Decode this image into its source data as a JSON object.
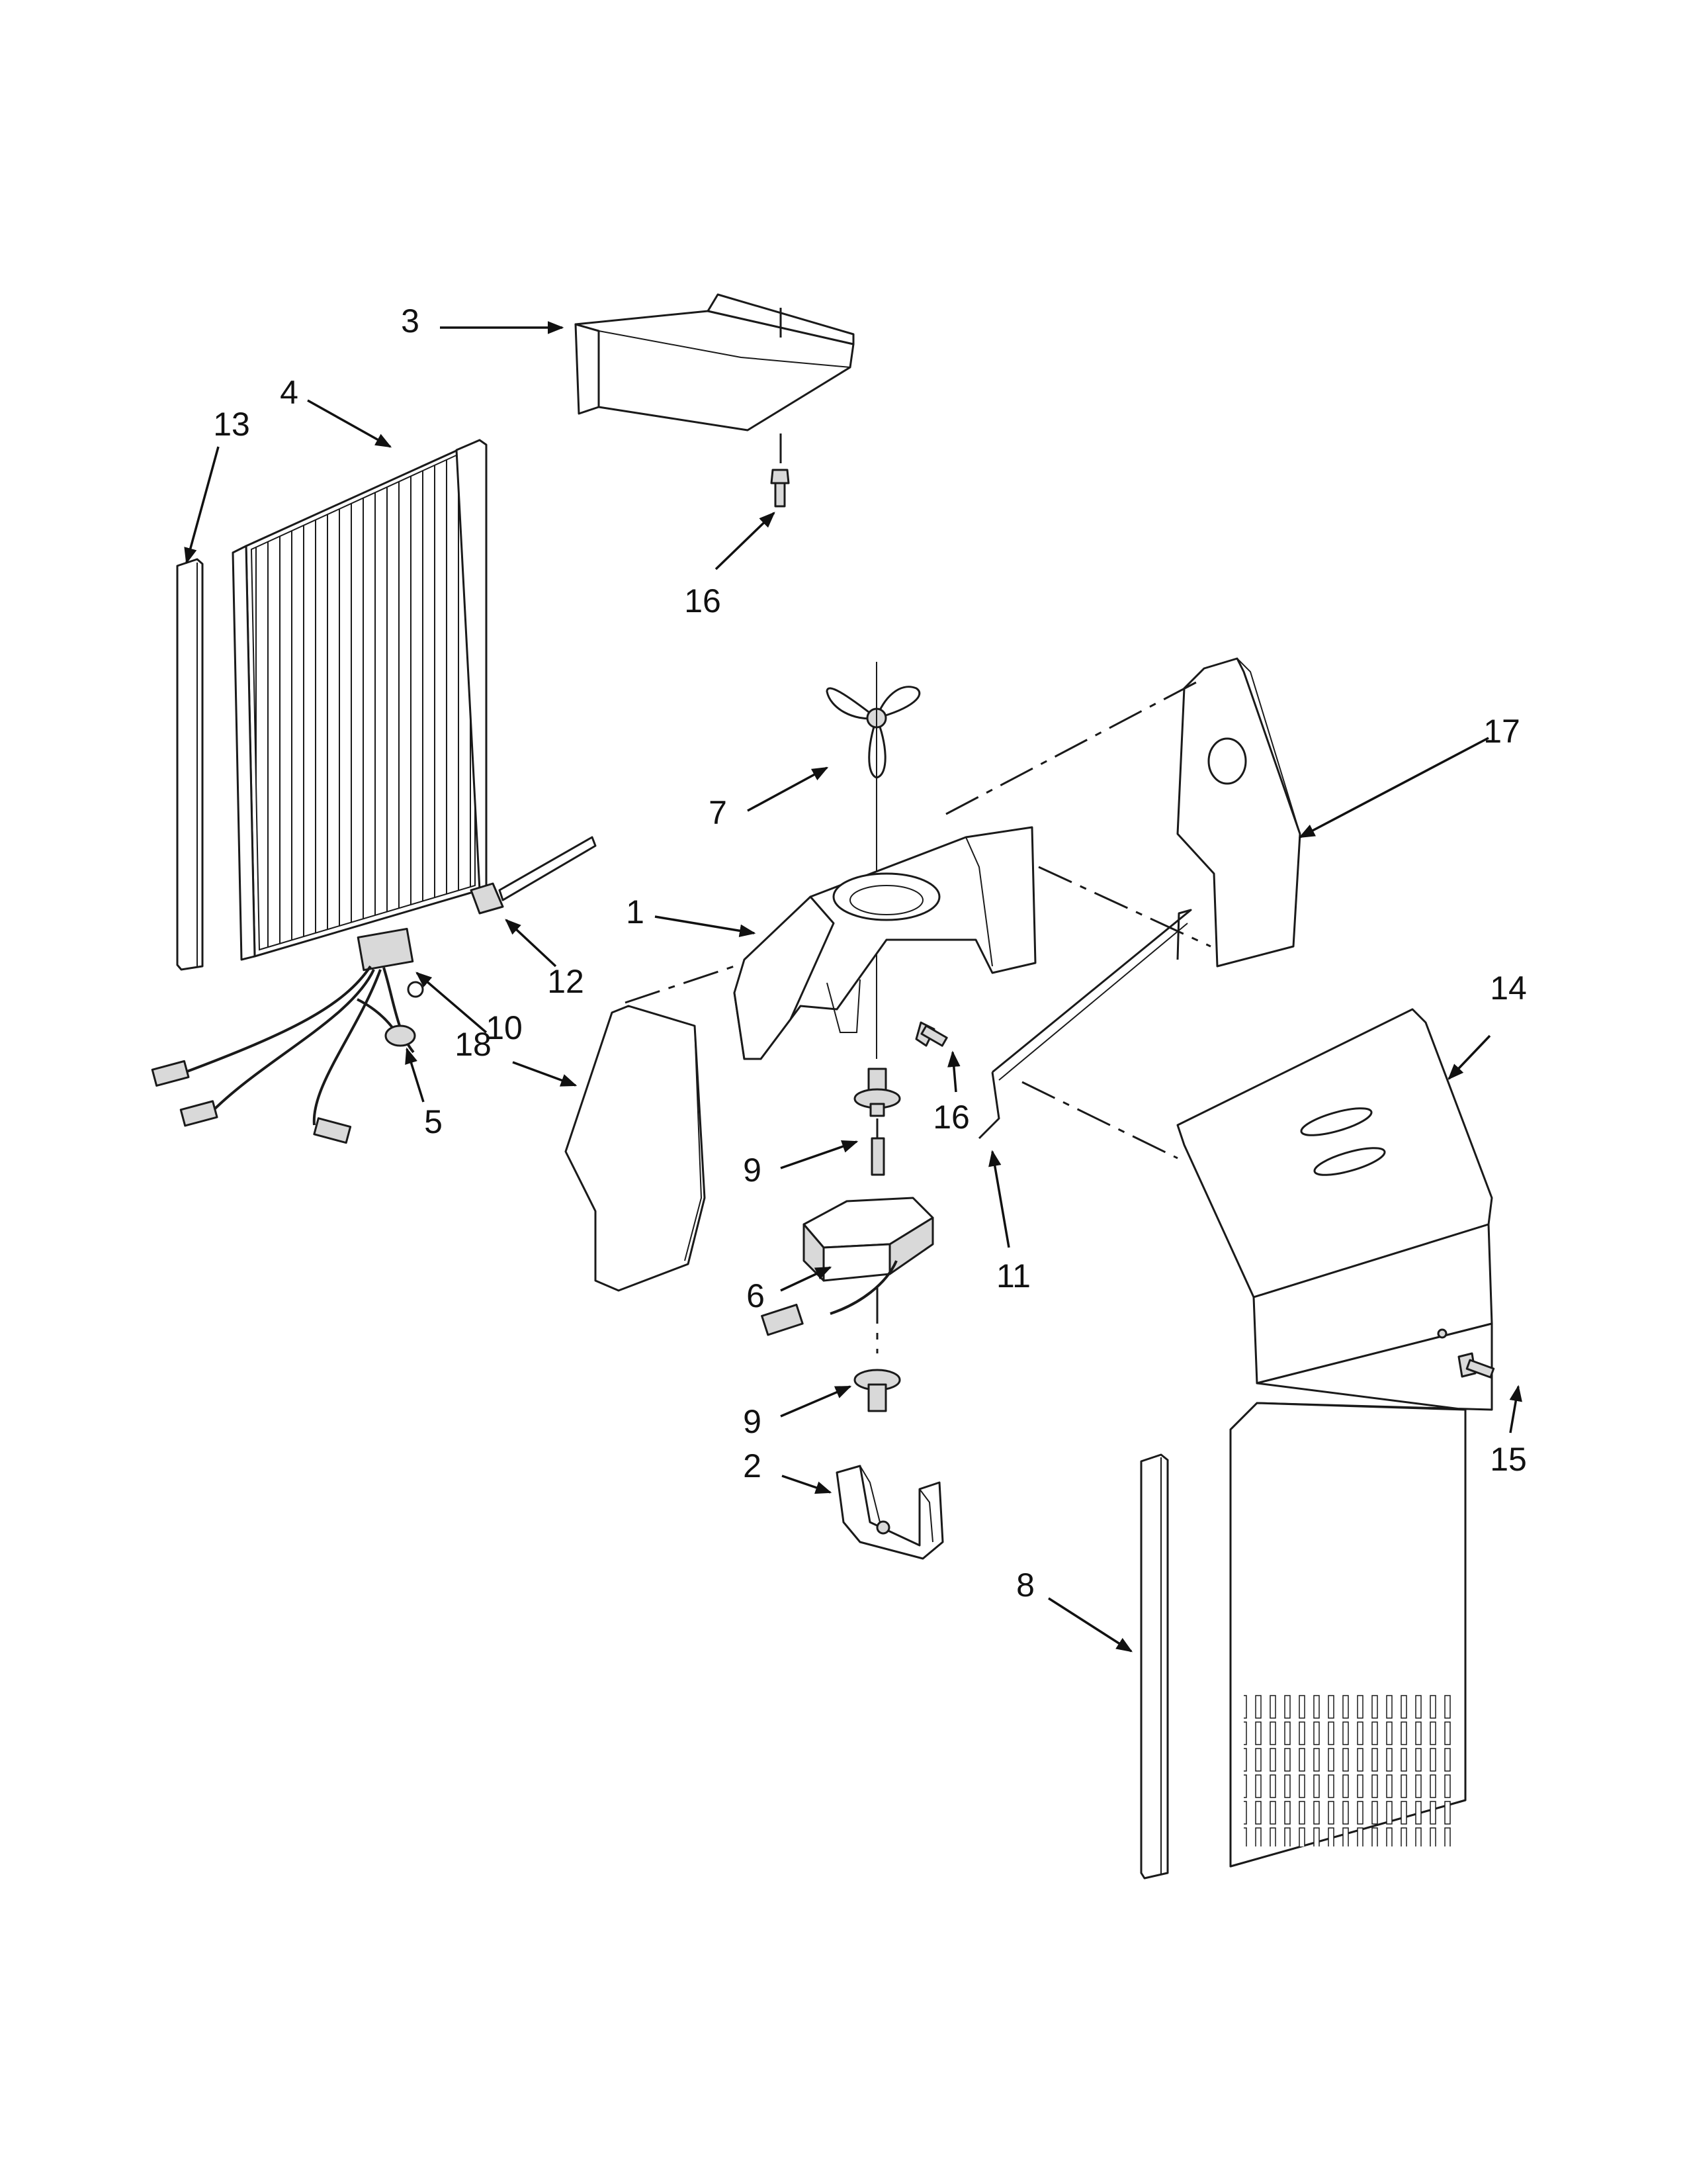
{
  "diagram": {
    "callouts": [
      {
        "id": "c1",
        "label": "1"
      },
      {
        "id": "c2",
        "label": "2"
      },
      {
        "id": "c3",
        "label": "3"
      },
      {
        "id": "c4",
        "label": "4"
      },
      {
        "id": "c5",
        "label": "5"
      },
      {
        "id": "c6",
        "label": "6"
      },
      {
        "id": "c7",
        "label": "7"
      },
      {
        "id": "c8",
        "label": "8"
      },
      {
        "id": "c9a",
        "label": "9"
      },
      {
        "id": "c9b",
        "label": "9"
      },
      {
        "id": "c10",
        "label": "10"
      },
      {
        "id": "c11",
        "label": "11"
      },
      {
        "id": "c12",
        "label": "12"
      },
      {
        "id": "c13",
        "label": "13"
      },
      {
        "id": "c14",
        "label": "14"
      },
      {
        "id": "c15",
        "label": "15"
      },
      {
        "id": "c16a",
        "label": "16"
      },
      {
        "id": "c16b",
        "label": "16"
      },
      {
        "id": "c17",
        "label": "17"
      },
      {
        "id": "c18",
        "label": "18"
      }
    ]
  }
}
